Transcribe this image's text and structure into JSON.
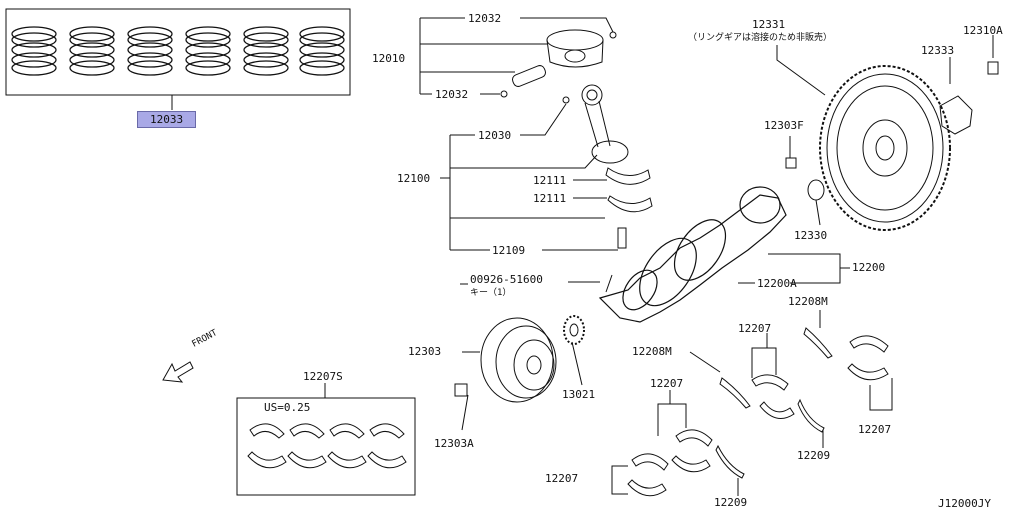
{
  "diagram": {
    "labels": {
      "piston_ring_set": "12033",
      "piston_pin_clip_top": "12032",
      "piston_assy": "12010",
      "piston_pin_clip_bottom": "12032",
      "conrod_bolt": "12030",
      "conrod_assy": "12100",
      "conrod_bearing_upper": "12111",
      "conrod_bearing_lower": "12111",
      "conrod_nut": "12109",
      "key_part": "00926-51600",
      "key_note": "キー（1）",
      "crankshaft": "12200",
      "crankshaft_assy": "12200A",
      "crank_pulley": "12303",
      "crank_sprocket": "13021",
      "pulley_bolt": "12303A",
      "bearing_set": "12207S",
      "bearing_set_note": "US=0.25",
      "flywheel": "12331",
      "flywheel_note": "（リングギアは溶接のため非販売）",
      "flywheel_plate": "12333",
      "flywheel_bolt": "12310A",
      "pilot_bushing": "12303F",
      "pilot_bearing": "12330",
      "thrust_washer_upper": "12208M",
      "thrust_washer_left": "12208M",
      "main_bearing_a": "12207",
      "main_bearing_b": "12207",
      "main_bearing_c": "12207",
      "main_bearing_d": "12207",
      "main_bearing_e": "12207",
      "thrust_bearing_a": "12209",
      "thrust_bearing_b": "12209",
      "front_arrow": "FRONT",
      "diagram_code": "J12000JY"
    }
  }
}
